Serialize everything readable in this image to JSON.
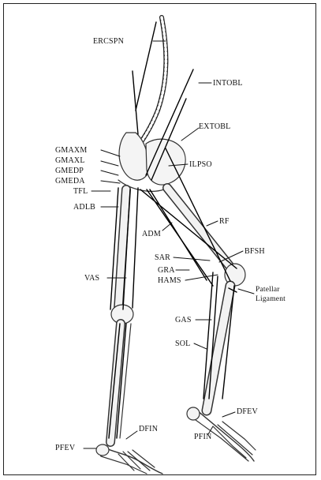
{
  "labels": {
    "ercspn": "ERCSPN",
    "intobl": "INTOBL",
    "extobl": "EXTOBL",
    "ilpso": "ILPSO",
    "gmaxm": "GMAXM",
    "gmaxl": "GMAXL",
    "gmedp": "GMEDP",
    "gmeda": "GMEDA",
    "tfl": "TFL",
    "adlb": "ADLB",
    "adm": "ADM",
    "rf": "RF",
    "bfsh": "BFSH",
    "sar": "SAR",
    "gra": "GRA",
    "hams": "HAMS",
    "patellar1": "Patellar",
    "patellar2": "Ligament",
    "vas": "VAS",
    "gas": "GAS",
    "sol": "SOL",
    "dfev": "DFEV",
    "pfin": "PFIN",
    "dfin": "DFIN",
    "pfev": "PFEV"
  }
}
